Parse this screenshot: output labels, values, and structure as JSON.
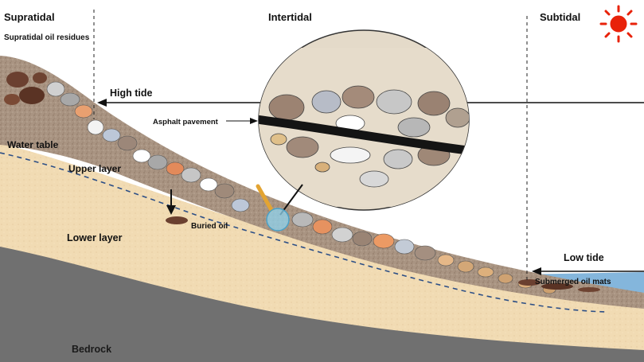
{
  "zones": {
    "supratidal": "Supratidal",
    "intertidal": "Intertidal",
    "subtidal": "Subtidal"
  },
  "labels": {
    "supratidal_residues": "Supratidal oil residues",
    "high_tide": "High tide",
    "asphalt_pavement": "Asphalt pavement",
    "water_table": "Water table",
    "upper_layer": "Upper layer",
    "lower_layer": "Lower layer",
    "buried_oil": "Buried oil",
    "low_tide": "Low tide",
    "submerged_mats": "Submerged oil mats",
    "bedrock": "Bedrock"
  },
  "colors": {
    "sediment_upper": "#a89384",
    "sediment_lower": "#f0d9b0",
    "bedrock": "#6f6f6f",
    "water": "#7fb2d9",
    "oil": "#1a1a1a",
    "sun": "#e8220a"
  }
}
